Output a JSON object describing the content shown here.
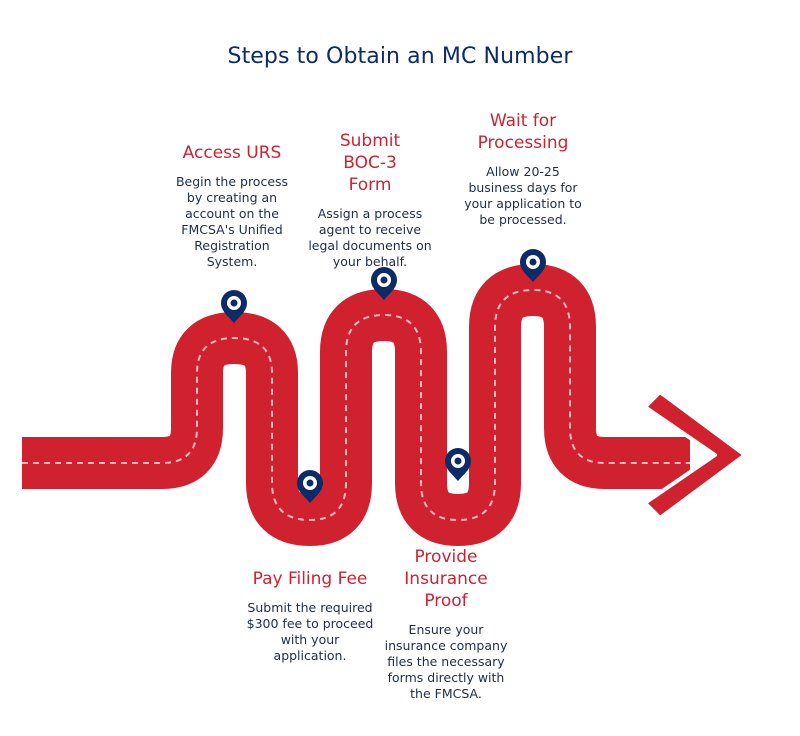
{
  "title": "Steps to Obtain an MC Number",
  "colors": {
    "title": "#0d2b66",
    "road": "#d0212f",
    "road_edge": "#ffffff",
    "pin": "#0d2b66",
    "step_title": "#d0212f",
    "body_text": "#1f2d4a"
  },
  "icons": {
    "pin": "location-pin-icon",
    "arrow": "arrow-right-icon"
  },
  "steps": [
    {
      "title": "Access URS",
      "description": "Begin the process by creating an account on the FMCSA's Unified Registration System."
    },
    {
      "title": "Pay Filing Fee",
      "description": "Submit the required $300 fee to proceed with your application."
    },
    {
      "title": "Submit BOC-3 Form",
      "description": "Assign a process agent to receive legal documents on your behalf."
    },
    {
      "title": "Provide Insurance Proof",
      "description": "Ensure your insurance company files the necessary forms directly with the FMCSA."
    },
    {
      "title": "Wait for Processing",
      "description": "Allow 20-25 business days for your application to be processed."
    }
  ]
}
